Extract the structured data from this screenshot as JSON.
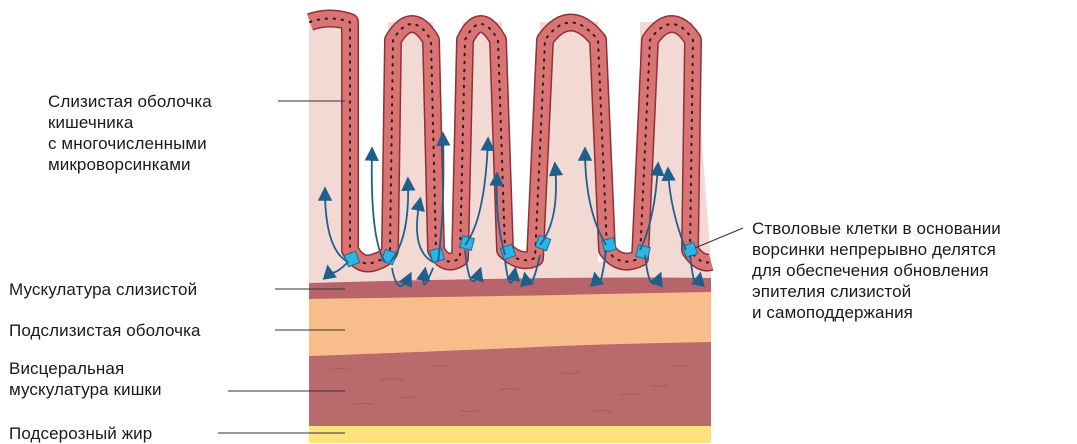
{
  "labels": {
    "mucosa": [
      "Слизистая оболочка",
      "кишечника",
      "с многочисленными",
      "микроворсинками"
    ],
    "muscularis_mucosae": "Мускулатура слизистой",
    "submucosa": "Подслизистая оболочка",
    "visceral_muscle": [
      "Висцеральная",
      "мускулатура кишки"
    ],
    "subserosal_fat": "Подсерозный жир",
    "stem_cells": [
      "Стволовые клетки в основании",
      "ворсинки непрерывно делятся",
      "для обеспечения обновления",
      "эпителия слизистой",
      "и самоподдержания"
    ]
  },
  "colors": {
    "lamina": "#f3d9d4",
    "epithelium": "#d97474",
    "epithelium_edge": "#8f2f36",
    "stem_cell": "#2fb4e6",
    "arrow": "#1f5f8c",
    "muscularis_mucosae": "#b8646a",
    "submucosa": "#f7be8c",
    "visceral_muscle": "#b86a6c",
    "fat": "#fde27e",
    "leader_line": "#333333"
  }
}
